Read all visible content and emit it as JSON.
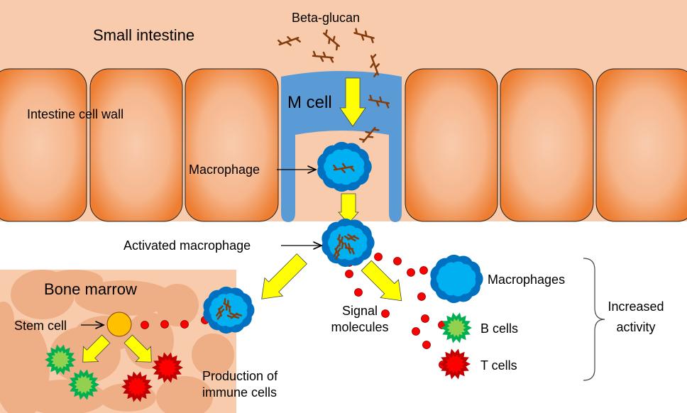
{
  "labels": {
    "small_intestine": "Small intestine",
    "beta_glucan": "Beta-glucan",
    "m_cell": "M cell",
    "intestine_cell_wall": "Intestine cell wall",
    "macrophage": "Macrophage",
    "activated_macrophage": "Activated macrophage",
    "bone_marrow": "Bone marrow",
    "stem_cell": "Stem cell",
    "signal_molecules": [
      "Signal",
      "molecules"
    ],
    "macrophages": "Macrophages",
    "b_cells": "B cells",
    "t_cells": "T cells",
    "increased_activity": [
      "Increased",
      "activity"
    ],
    "production_of_immune_cells": [
      "Production of",
      "immune cells"
    ]
  },
  "colors": {
    "intestine_background": "#f8cbad",
    "cell_edge": "#ed7d31",
    "m_cell": "#5b9bd5",
    "arrow": "#ffff00",
    "macrophage_outer": "#0070c0",
    "macrophage_inner": "#00b0f0",
    "beta_glucan": "#843c0c",
    "signal_molecule": "#ff0000",
    "stem_cell": "#ffc000",
    "b_cell": "#92d050",
    "t_cell": "#ff0000"
  }
}
